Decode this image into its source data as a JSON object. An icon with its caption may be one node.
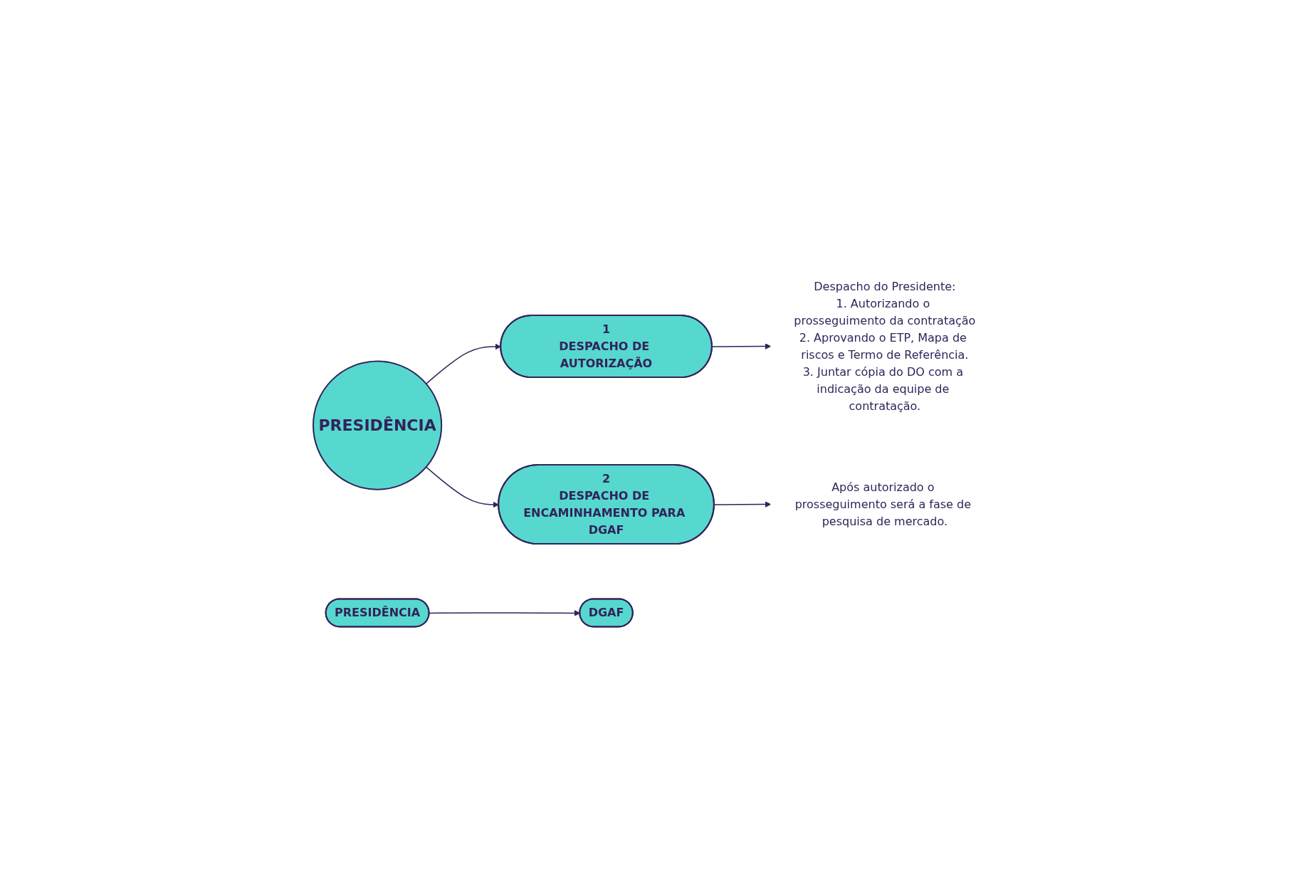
{
  "diagram": {
    "nodes": [
      {
        "text": [
          "PRESIDÊNCIA"
        ]
      },
      {
        "text": [
          "1",
          "DESPACHO DE AUTORIZAÇÃO"
        ]
      },
      {
        "text": [
          "Despacho do Presidente:",
          "1. Autorizando o prosseguimento da contratação",
          "2. Aprovando o ETP, Mapa de riscos e Termo de Referência.",
          "3. Juntar cópia do DO com a indicação da equipe de contratação."
        ]
      },
      {
        "text": [
          "2",
          "DESPACHO DE ENCAMINHAMENTO PARA DGAF"
        ]
      },
      {
        "text": [
          "Após autorizado o prosseguimento será a fase de pesquisa de mercado."
        ]
      },
      {
        "text": [
          "PRESIDÊNCIA"
        ]
      },
      {
        "text": [
          "DGAF"
        ]
      }
    ],
    "edges": [
      {
        "from": 0,
        "to": 1,
        "arrow": "to"
      },
      {
        "from": 1,
        "to": 2,
        "arrow": "to"
      },
      {
        "from": 0,
        "to": 3,
        "arrow": "to"
      },
      {
        "from": 3,
        "to": 4,
        "arrow": "to"
      },
      {
        "from": 5,
        "to": 6,
        "arrow": "to"
      }
    ]
  }
}
